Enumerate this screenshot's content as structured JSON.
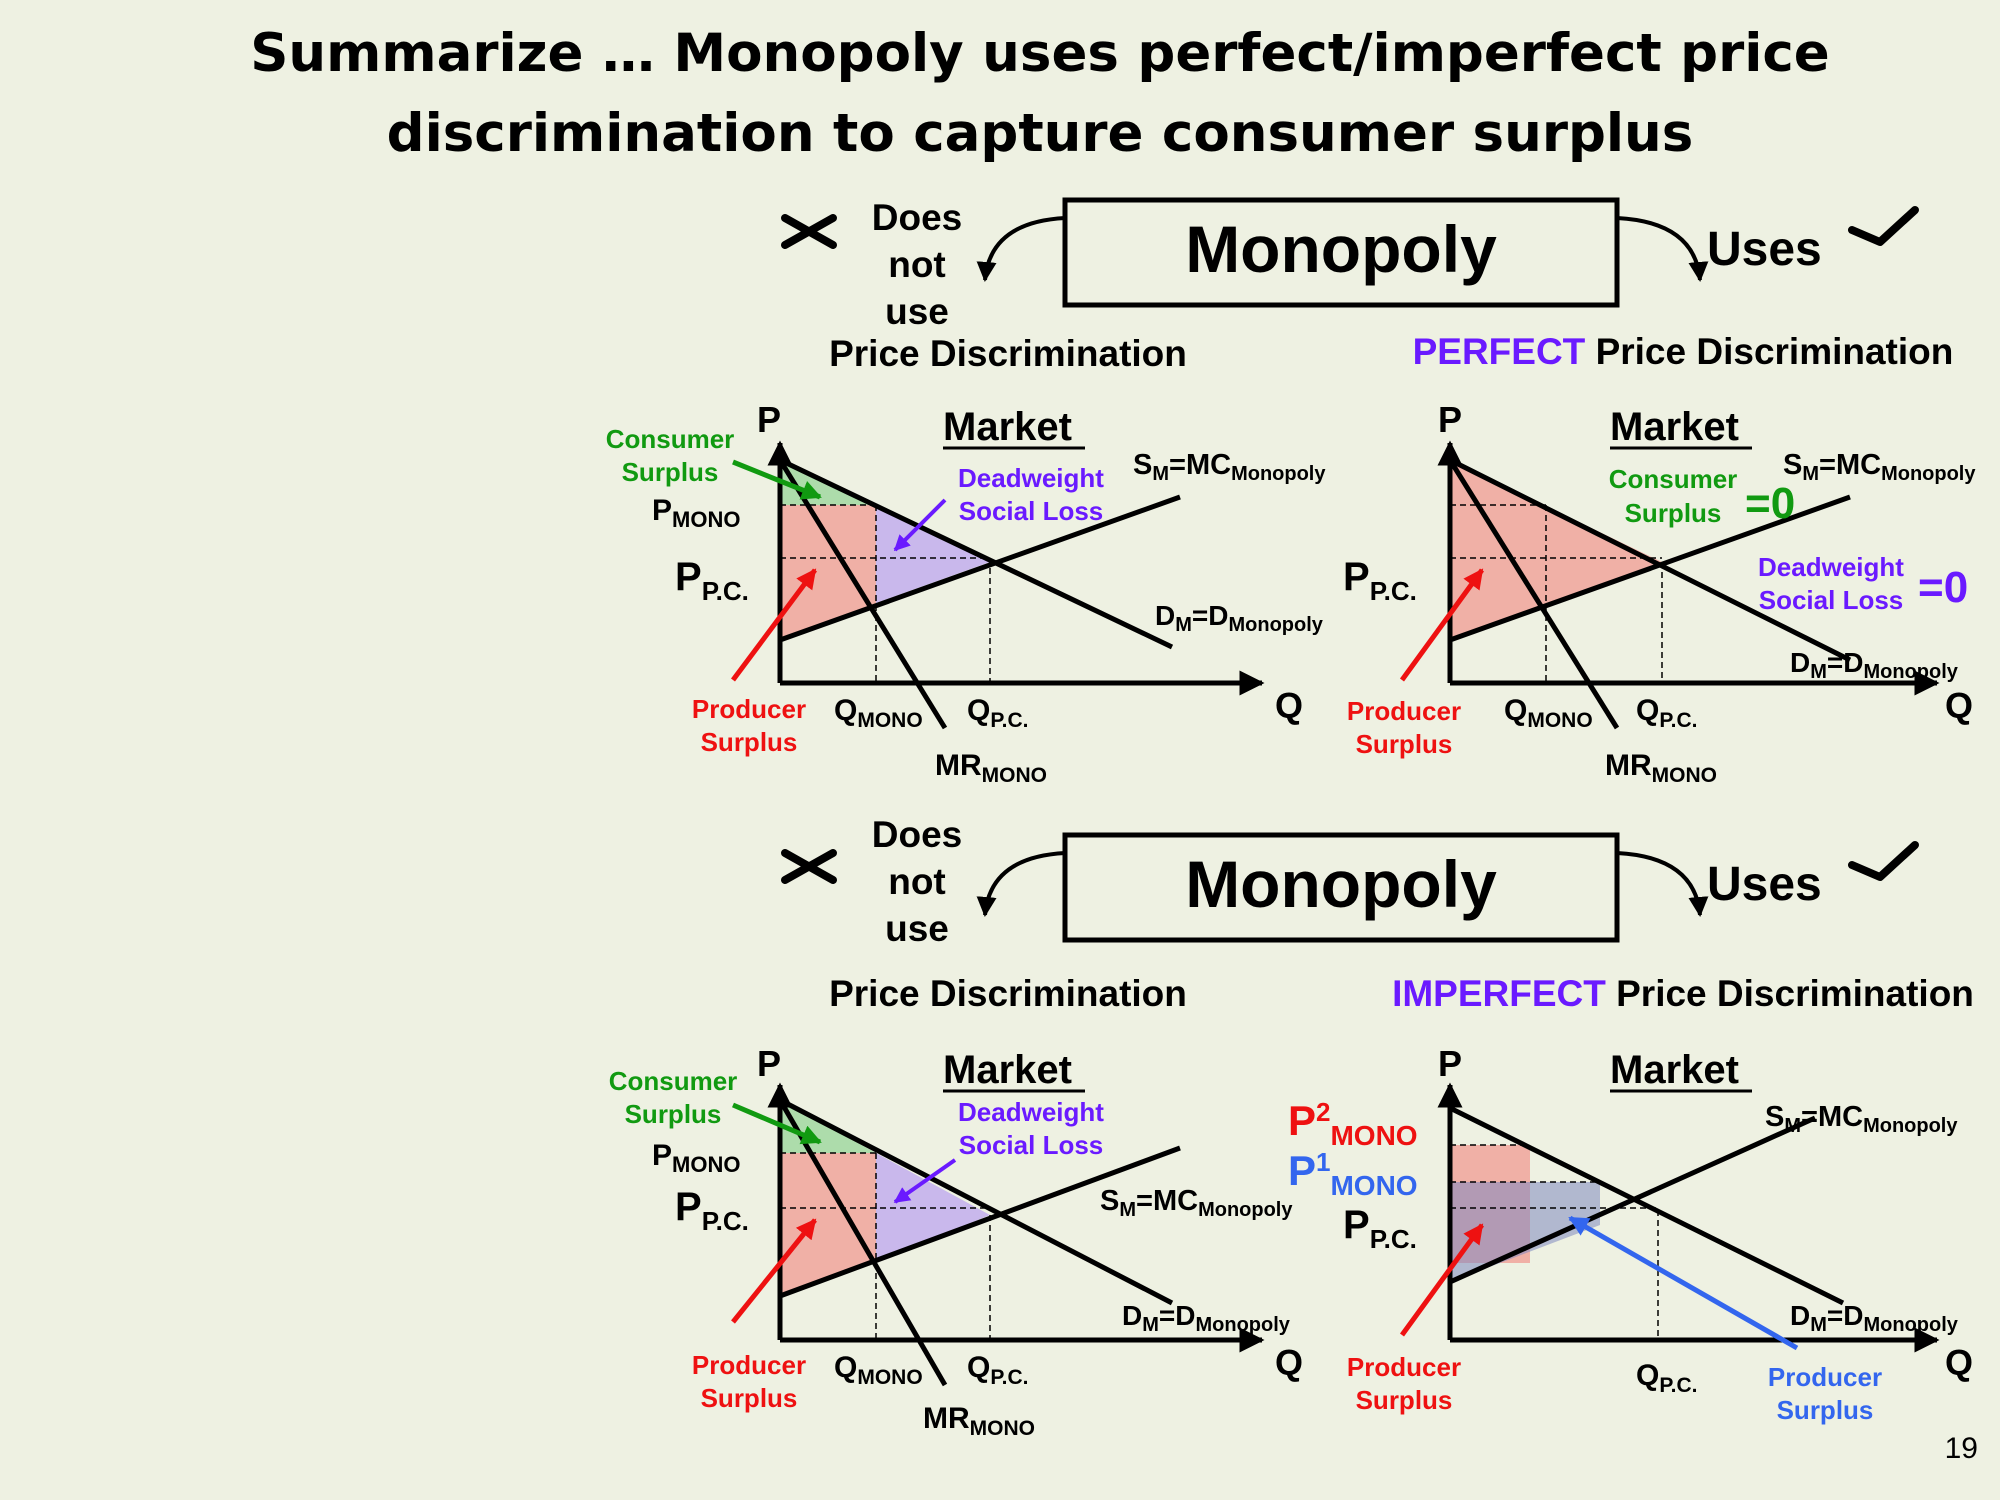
{
  "title": {
    "line1": "Summarize … Monopoly uses perfect/imperfect price",
    "line2": "discrimination to capture consumer surplus"
  },
  "page_number": "19",
  "icons": {
    "cross": "cross-mark-icon",
    "check": "check-mark-icon"
  },
  "colors": {
    "background": "#eef1e2",
    "consumer_surplus": "#119a11",
    "producer_surplus": "#ee1111",
    "deadweight_loss": "#6a1aff",
    "second_producer_surplus": "#3366ee"
  },
  "sections": [
    {
      "monopoly_label": "Monopoly",
      "does_not_use": [
        "Does",
        "not",
        "use"
      ],
      "uses_label": "Uses",
      "left_caption": "Price Discrimination",
      "right_caption": {
        "highlight": "PERFECT",
        "rest": " Price Discrimination"
      }
    },
    {
      "monopoly_label": "Monopoly",
      "does_not_use": [
        "Does",
        "not",
        "use"
      ],
      "uses_label": "Uses",
      "left_caption": "Price Discrimination",
      "right_caption": {
        "highlight": "IMPERFECT",
        "rest": " Price Discrimination"
      }
    }
  ],
  "graph_labels": {
    "p": "P",
    "q": "Q",
    "market": "Market",
    "consumer_surplus": [
      "Consumer",
      "Surplus"
    ],
    "producer_surplus": [
      "Producer",
      "Surplus"
    ],
    "deadweight_loss": [
      "Deadweight",
      "Social Loss"
    ],
    "p_mono": {
      "main": "P",
      "sub": "MONO"
    },
    "p_pc": {
      "main": "P",
      "sub": "P.C."
    },
    "q_mono": {
      "main": "Q",
      "sub": "MONO"
    },
    "q_pc": {
      "main": "Q",
      "sub": "P.C."
    },
    "mr_mono": {
      "main": "MR",
      "sub": "MONO"
    },
    "supply": {
      "s": "S",
      "s_sub": "M",
      "mid": "=MC",
      "mid_sub": "Monopoly"
    },
    "demand": {
      "d": "D",
      "d_sub": "M",
      "mid": "=D",
      "mid_sub": "Monopoly"
    },
    "zero": "=0",
    "p1_mono": {
      "main": "P",
      "sup": "1",
      "sub": "MONO"
    },
    "p2_mono": {
      "main": "P",
      "sup": "2",
      "sub": "MONO"
    }
  }
}
